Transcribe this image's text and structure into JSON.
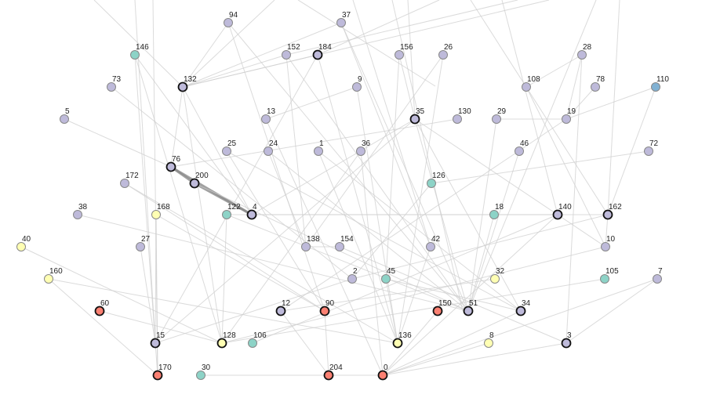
{
  "colors": {
    "purple": "#bebada",
    "teal": "#8dd3c7",
    "yellow": "#ffffb3",
    "red": "#fb8072",
    "blue": "#80b1d3"
  },
  "nodes": [
    {
      "id": "94",
      "group": "purple",
      "bold": false
    },
    {
      "id": "37",
      "group": "purple",
      "bold": false
    },
    {
      "id": "146",
      "group": "teal",
      "bold": false
    },
    {
      "id": "152",
      "group": "purple",
      "bold": false
    },
    {
      "id": "184",
      "group": "purple",
      "bold": true
    },
    {
      "id": "156",
      "group": "purple",
      "bold": false
    },
    {
      "id": "26",
      "group": "purple",
      "bold": false
    },
    {
      "id": "28",
      "group": "purple",
      "bold": false
    },
    {
      "id": "73",
      "group": "purple",
      "bold": false
    },
    {
      "id": "132",
      "group": "purple",
      "bold": true
    },
    {
      "id": "9",
      "group": "purple",
      "bold": false
    },
    {
      "id": "108",
      "group": "purple",
      "bold": false
    },
    {
      "id": "78",
      "group": "purple",
      "bold": false
    },
    {
      "id": "110",
      "group": "blue",
      "bold": false
    },
    {
      "id": "5",
      "group": "purple",
      "bold": false
    },
    {
      "id": "13",
      "group": "purple",
      "bold": false
    },
    {
      "id": "35",
      "group": "purple",
      "bold": true
    },
    {
      "id": "130",
      "group": "purple",
      "bold": false
    },
    {
      "id": "29",
      "group": "purple",
      "bold": false
    },
    {
      "id": "19",
      "group": "purple",
      "bold": false
    },
    {
      "id": "25",
      "group": "purple",
      "bold": false
    },
    {
      "id": "24",
      "group": "purple",
      "bold": false
    },
    {
      "id": "1",
      "group": "purple",
      "bold": false
    },
    {
      "id": "36",
      "group": "purple",
      "bold": false
    },
    {
      "id": "46",
      "group": "purple",
      "bold": false
    },
    {
      "id": "72",
      "group": "purple",
      "bold": false
    },
    {
      "id": "76",
      "group": "purple",
      "bold": true
    },
    {
      "id": "172",
      "group": "purple",
      "bold": false
    },
    {
      "id": "200",
      "group": "purple",
      "bold": true
    },
    {
      "id": "126",
      "group": "teal",
      "bold": false
    },
    {
      "id": "38",
      "group": "purple",
      "bold": false
    },
    {
      "id": "168",
      "group": "yellow",
      "bold": false
    },
    {
      "id": "122",
      "group": "teal",
      "bold": false
    },
    {
      "id": "4",
      "group": "purple",
      "bold": true
    },
    {
      "id": "18",
      "group": "teal",
      "bold": false
    },
    {
      "id": "140",
      "group": "purple",
      "bold": true
    },
    {
      "id": "162",
      "group": "purple",
      "bold": true
    },
    {
      "id": "40",
      "group": "yellow",
      "bold": false
    },
    {
      "id": "27",
      "group": "purple",
      "bold": false
    },
    {
      "id": "138",
      "group": "purple",
      "bold": false
    },
    {
      "id": "154",
      "group": "purple",
      "bold": false
    },
    {
      "id": "42",
      "group": "purple",
      "bold": false
    },
    {
      "id": "10",
      "group": "purple",
      "bold": false
    },
    {
      "id": "160",
      "group": "yellow",
      "bold": false
    },
    {
      "id": "2",
      "group": "purple",
      "bold": false
    },
    {
      "id": "45",
      "group": "teal",
      "bold": false
    },
    {
      "id": "32",
      "group": "yellow",
      "bold": false
    },
    {
      "id": "105",
      "group": "teal",
      "bold": false
    },
    {
      "id": "7",
      "group": "purple",
      "bold": false
    },
    {
      "id": "60",
      "group": "red",
      "bold": true
    },
    {
      "id": "12",
      "group": "purple",
      "bold": true
    },
    {
      "id": "90",
      "group": "red",
      "bold": true
    },
    {
      "id": "150",
      "group": "red",
      "bold": true
    },
    {
      "id": "51",
      "group": "purple",
      "bold": true
    },
    {
      "id": "34",
      "group": "purple",
      "bold": true
    },
    {
      "id": "15",
      "group": "purple",
      "bold": true
    },
    {
      "id": "128",
      "group": "yellow",
      "bold": true
    },
    {
      "id": "106",
      "group": "teal",
      "bold": false
    },
    {
      "id": "136",
      "group": "yellow",
      "bold": true
    },
    {
      "id": "8",
      "group": "yellow",
      "bold": false
    },
    {
      "id": "3",
      "group": "purple",
      "bold": true
    },
    {
      "id": "170",
      "group": "red",
      "bold": true
    },
    {
      "id": "30",
      "group": "teal",
      "bold": false
    },
    {
      "id": "204",
      "group": "red",
      "bold": true
    },
    {
      "id": "0",
      "group": "red",
      "bold": true
    }
  ],
  "edges": [
    [
      "5",
      "76",
      1
    ],
    [
      "76",
      "4",
      2
    ],
    [
      "200",
      "4",
      2
    ],
    [
      "76",
      "200",
      2
    ],
    [
      "146",
      "15",
      1
    ],
    [
      "146",
      "128",
      1
    ],
    [
      "146",
      "4",
      1
    ],
    [
      "132",
      "94",
      1
    ],
    [
      "132",
      "184",
      1
    ],
    [
      "132",
      "37",
      1
    ],
    [
      "132",
      "152",
      1
    ],
    [
      "132",
      "4",
      1
    ],
    [
      "132",
      "128",
      1
    ],
    [
      "132",
      "76",
      1
    ],
    [
      "73",
      "2",
      1
    ],
    [
      "94",
      "90",
      1
    ],
    [
      "94",
      "51",
      1
    ],
    [
      "152",
      "51",
      1
    ],
    [
      "152",
      "138",
      1
    ],
    [
      "184",
      "136",
      1
    ],
    [
      "184",
      "15",
      1
    ],
    [
      "37",
      "51",
      1
    ],
    [
      "37",
      "42",
      1
    ],
    [
      "156",
      "45",
      1
    ],
    [
      "156",
      "35",
      1
    ],
    [
      "26",
      "136",
      1
    ],
    [
      "26",
      "138",
      1
    ],
    [
      "28",
      "19",
      1
    ],
    [
      "28",
      "3",
      1
    ],
    [
      "108",
      "28",
      1
    ],
    [
      "108",
      "10",
      1
    ],
    [
      "78",
      "19",
      1
    ],
    [
      "110",
      "19",
      1
    ],
    [
      "110",
      "162",
      1
    ],
    [
      "35",
      "51",
      1
    ],
    [
      "35",
      "34",
      1
    ],
    [
      "35",
      "15",
      1
    ],
    [
      "35",
      "10",
      1
    ],
    [
      "130",
      "76",
      1
    ],
    [
      "29",
      "51",
      1
    ],
    [
      "29",
      "19",
      1
    ],
    [
      "19",
      "12",
      1
    ],
    [
      "46",
      "51",
      1
    ],
    [
      "72",
      "126",
      1
    ],
    [
      "13",
      "9",
      1
    ],
    [
      "13",
      "0",
      1
    ],
    [
      "25",
      "90",
      1
    ],
    [
      "24",
      "138",
      1
    ],
    [
      "1",
      "34",
      1
    ],
    [
      "36",
      "0",
      1
    ],
    [
      "36",
      "128",
      1
    ],
    [
      "172",
      "136",
      1
    ],
    [
      "38",
      "51",
      1
    ],
    [
      "168",
      "15",
      1
    ],
    [
      "168",
      "170",
      1
    ],
    [
      "168",
      "90",
      1
    ],
    [
      "122",
      "128",
      1
    ],
    [
      "122",
      "51",
      1
    ],
    [
      "4",
      "35",
      1
    ],
    [
      "4",
      "18",
      1
    ],
    [
      "4",
      "140",
      1
    ],
    [
      "18",
      "51",
      1
    ],
    [
      "140",
      "0",
      1
    ],
    [
      "162",
      "2",
      1
    ],
    [
      "162",
      "10",
      1
    ],
    [
      "40",
      "128",
      1
    ],
    [
      "27",
      "15",
      1
    ],
    [
      "138",
      "154",
      1
    ],
    [
      "154",
      "3",
      1
    ],
    [
      "42",
      "136",
      1
    ],
    [
      "10",
      "128",
      1
    ],
    [
      "160",
      "170",
      1
    ],
    [
      "160",
      "136",
      1
    ],
    [
      "2",
      "15",
      1
    ],
    [
      "45",
      "34",
      1
    ],
    [
      "45",
      "136",
      1
    ],
    [
      "32",
      "12",
      1
    ],
    [
      "105",
      "128",
      1
    ],
    [
      "7",
      "0",
      1
    ],
    [
      "7",
      "3",
      1
    ],
    [
      "60",
      "128",
      1
    ],
    [
      "12",
      "204",
      1
    ],
    [
      "90",
      "204",
      1
    ],
    [
      "150",
      "0",
      1
    ],
    [
      "34",
      "0",
      1
    ],
    [
      "8",
      "0",
      1
    ],
    [
      "3",
      "0",
      1
    ],
    [
      "15",
      "170",
      1
    ],
    [
      "30",
      "0",
      1
    ],
    [
      "24",
      "51",
      1
    ],
    [
      "1",
      "136",
      1
    ],
    [
      "9",
      "136",
      1
    ],
    [
      "25",
      "34",
      1
    ],
    [
      "126",
      "2",
      1
    ],
    [
      "106",
      "140",
      1
    ],
    [
      "200",
      "51",
      1
    ],
    [
      "172",
      "90",
      1
    ],
    [
      "122",
      "162",
      1
    ]
  ]
}
